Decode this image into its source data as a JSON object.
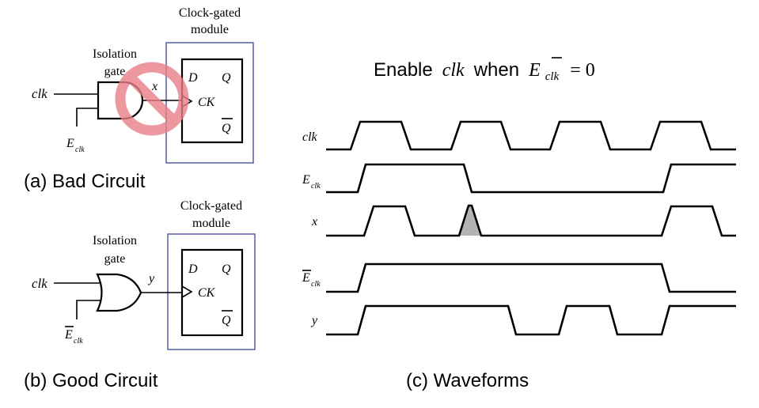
{
  "panel_a": {
    "caption": "(a) Bad Circuit",
    "module_label_1": "Clock-gated",
    "module_label_2": "module",
    "gate_label_1": "Isolation",
    "gate_label_2": "gate",
    "input_clk": "clk",
    "input_enable_main": "E",
    "input_enable_sub": "clk",
    "wire_label": "x",
    "pin_d": "D",
    "pin_q": "Q",
    "pin_ck": "CK",
    "pin_qbar": "Q",
    "prohibited_icon": "no-entry-icon",
    "prohibited_color": "#e87f87"
  },
  "panel_b": {
    "caption": "(b) Good Circuit",
    "module_label_1": "Clock-gated",
    "module_label_2": "module",
    "gate_label_1": "Isolation",
    "gate_label_2": "gate",
    "input_clk": "clk",
    "input_enable_main": "E",
    "input_enable_sub": "clk",
    "wire_label": "y",
    "pin_d": "D",
    "pin_q": "Q",
    "pin_ck": "CK",
    "pin_qbar": "Q"
  },
  "panel_c": {
    "caption": "(c) Waveforms",
    "title_prefix": "Enable",
    "title_var": "clk",
    "title_when": "when",
    "title_enable": "E",
    "title_enable_sub": "clk",
    "title_equals": "= 0",
    "glitch_color": "#b3b3b3",
    "signals": [
      {
        "label": "clk",
        "sub": "",
        "bar": false,
        "levels": [
          0,
          1,
          0,
          1,
          0,
          1,
          0,
          1,
          0
        ]
      },
      {
        "label": "E",
        "sub": "clk",
        "bar": false,
        "levels": [
          0,
          1,
          0,
          1
        ]
      },
      {
        "label": "x",
        "sub": "",
        "bar": false,
        "levels": [
          0,
          1,
          0,
          1,
          0,
          1,
          0
        ]
      },
      {
        "label": "E",
        "sub": "clk",
        "bar": true,
        "levels": [
          0,
          1,
          0
        ]
      },
      {
        "label": "y",
        "sub": "",
        "bar": false,
        "levels": [
          0,
          1,
          0,
          1,
          0,
          1
        ]
      }
    ]
  }
}
